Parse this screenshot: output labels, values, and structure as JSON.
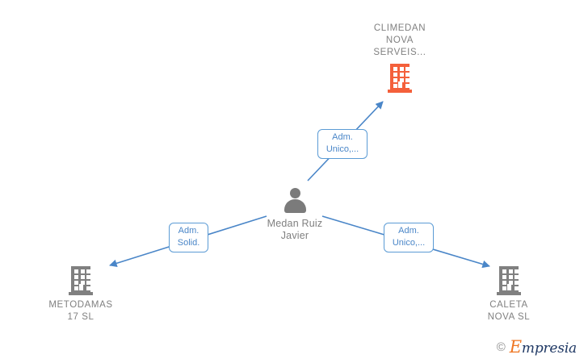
{
  "graph": {
    "title": "Empresia relationship graph",
    "colors": {
      "company_highlight": "#f4603b",
      "company_default": "#808080",
      "person": "#7b7b7b",
      "edge": "#4a86c8",
      "label_border": "#5b9bd5",
      "label_text": "#4a86c8",
      "node_text": "#808080"
    },
    "nodes": [
      {
        "id": "climedan",
        "type": "company",
        "icon": "building-icon",
        "label": "CLIMEDAN\nNOVA\nSERVEIS...",
        "highlighted": true
      },
      {
        "id": "person-center",
        "type": "person",
        "icon": "person-icon",
        "label": "Medan Ruiz\nJavier",
        "highlighted": false
      },
      {
        "id": "metodamas",
        "type": "company",
        "icon": "building-icon",
        "label": "METODAMAS\n17  SL",
        "highlighted": false
      },
      {
        "id": "caleta",
        "type": "company",
        "icon": "building-icon",
        "label": "CALETA\nNOVA  SL",
        "highlighted": false
      }
    ],
    "edges": [
      {
        "id": "edge-climedan",
        "from": "person-center",
        "to": "climedan",
        "label": "Adm.\nUnico,..."
      },
      {
        "id": "edge-metodamas",
        "from": "person-center",
        "to": "metodamas",
        "label": "Adm.\nSolid."
      },
      {
        "id": "edge-caleta",
        "from": "person-center",
        "to": "caleta",
        "label": "Adm.\nUnico,..."
      }
    ]
  },
  "watermark": {
    "copyright": "©",
    "brand_initial": "E",
    "brand_rest": "mpresia"
  }
}
